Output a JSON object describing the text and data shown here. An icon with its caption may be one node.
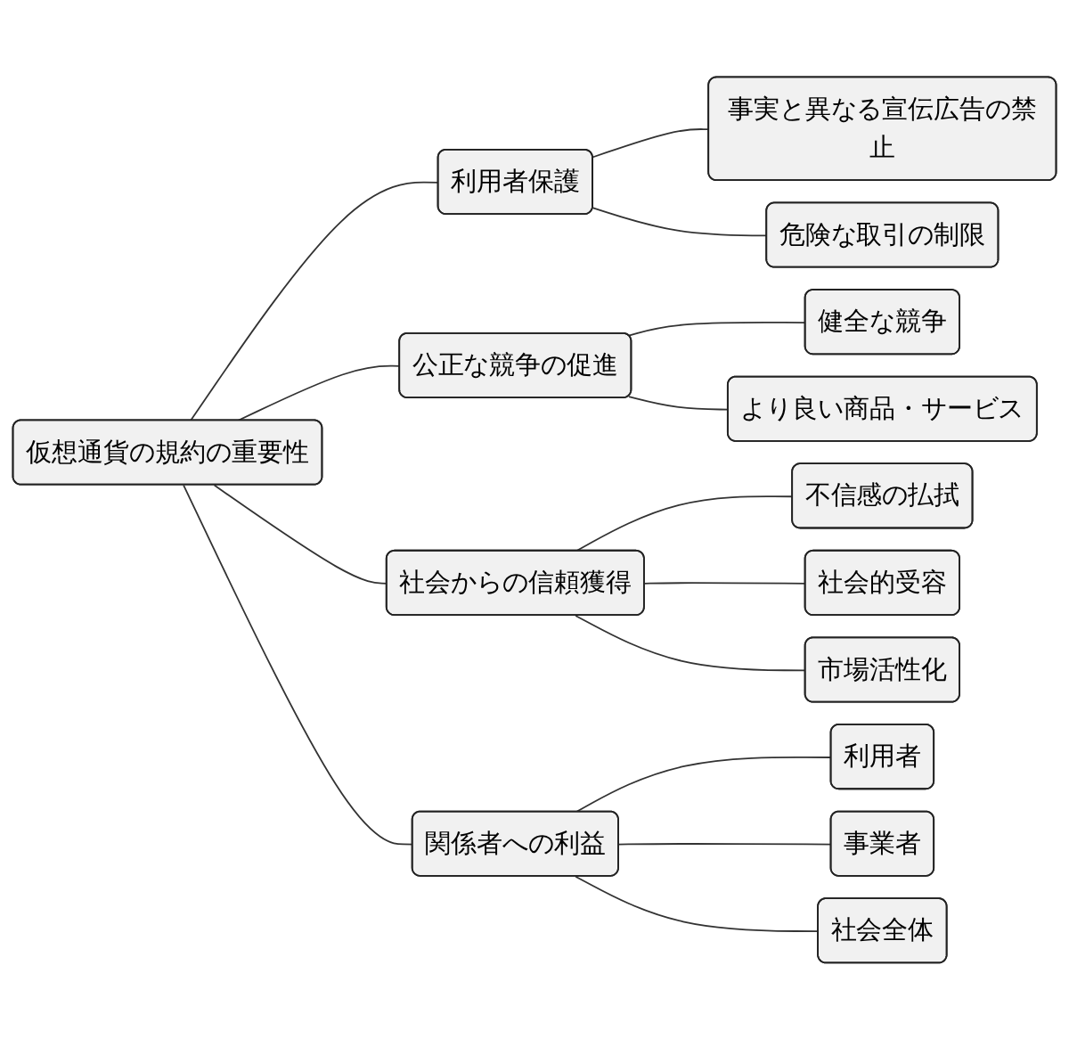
{
  "diagram": {
    "nodes": [
      {
        "text": [
          "仮想通貨の規約の重要性"
        ]
      },
      {
        "text": [
          "利用者保護"
        ]
      },
      {
        "text": [
          "事実と異なる宣伝広告の禁止"
        ]
      },
      {
        "text": [
          "危険な取引の制限"
        ]
      },
      {
        "text": [
          "公正な競争の促進"
        ]
      },
      {
        "text": [
          "健全な競争"
        ]
      },
      {
        "text": [
          "より良い商品・サービス"
        ]
      },
      {
        "text": [
          "社会からの信頼獲得"
        ]
      },
      {
        "text": [
          "不信感の払拭"
        ]
      },
      {
        "text": [
          "社会的受容"
        ]
      },
      {
        "text": [
          "市場活性化"
        ]
      },
      {
        "text": [
          "関係者への利益"
        ]
      },
      {
        "text": [
          "利用者"
        ]
      },
      {
        "text": [
          "事業者"
        ]
      },
      {
        "text": [
          "社会全体"
        ]
      }
    ],
    "edges": [
      {
        "from": 0,
        "to": 1,
        "arrow": "none"
      },
      {
        "from": 1,
        "to": 2,
        "arrow": "none"
      },
      {
        "from": 1,
        "to": 3,
        "arrow": "none"
      },
      {
        "from": 0,
        "to": 4,
        "arrow": "none"
      },
      {
        "from": 4,
        "to": 5,
        "arrow": "none"
      },
      {
        "from": 4,
        "to": 6,
        "arrow": "none"
      },
      {
        "from": 0,
        "to": 7,
        "arrow": "none"
      },
      {
        "from": 7,
        "to": 8,
        "arrow": "none"
      },
      {
        "from": 7,
        "to": 9,
        "arrow": "none"
      },
      {
        "from": 7,
        "to": 10,
        "arrow": "none"
      },
      {
        "from": 0,
        "to": 11,
        "arrow": "none"
      },
      {
        "from": 11,
        "to": 12,
        "arrow": "none"
      },
      {
        "from": 11,
        "to": 13,
        "arrow": "none"
      },
      {
        "from": 11,
        "to": 14,
        "arrow": "none"
      }
    ]
  }
}
